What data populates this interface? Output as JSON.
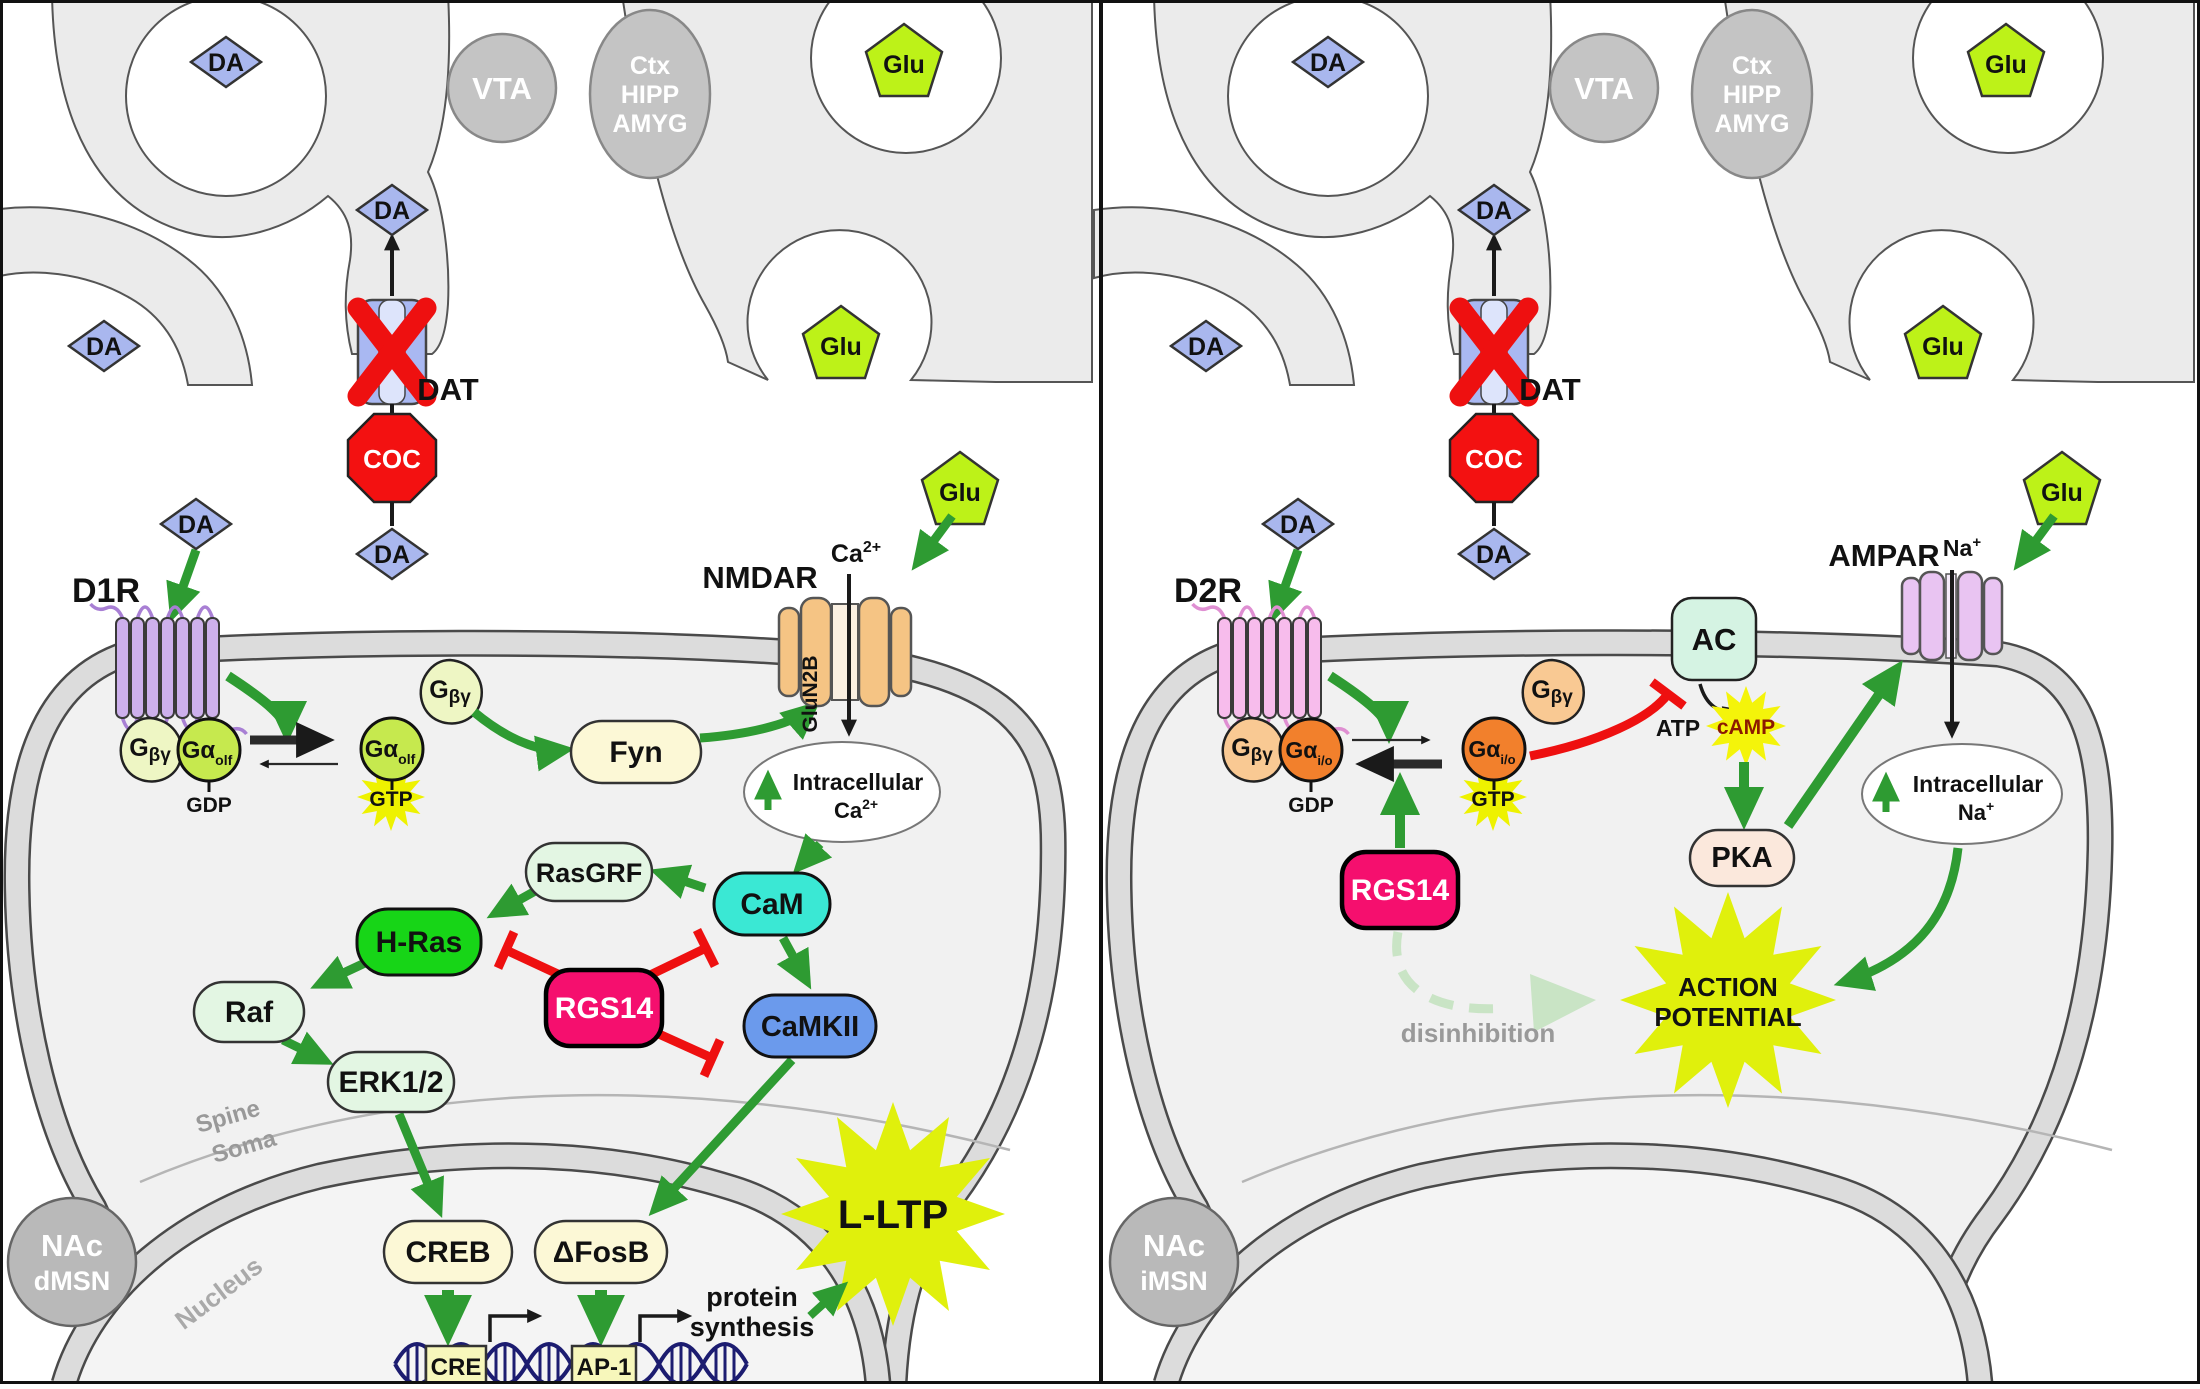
{
  "molecules": {
    "da": "DA",
    "glu": "Glu",
    "vta": "VTA",
    "ctx_lines": [
      "Ctx",
      "HIPP",
      "AMYG"
    ],
    "dat": "DAT",
    "coc": "COC",
    "gdp": "GDP",
    "gtp": "GTP",
    "g": "G",
    "beta_gamma": "βγ",
    "g_alpha": "Gα",
    "intracellular": "Intracellular",
    "ca": "Ca",
    "ca_sup": "2+",
    "na": "Na",
    "na_sup": "+",
    "atp": "ATP",
    "camp": "cAMP"
  },
  "left": {
    "region_line1": "NAc",
    "region_line2": "dMSN",
    "receptor": "D1R",
    "g_alpha_sub": "olf",
    "fyn": "Fyn",
    "nmdar": "NMDAR",
    "glun2b": "GluN2B",
    "rasgrf": "RasGRF",
    "hras": "H-Ras",
    "raf": "Raf",
    "erk": "ERK1/2",
    "rgs14": "RGS14",
    "cam": "CaM",
    "camkii": "CaMKII",
    "spine": "Spine",
    "soma": "Soma",
    "nucleus": "Nucleus",
    "creb": "CREB",
    "dfosb": "ΔFosB",
    "cre": "CRE",
    "ap1": "AP-1",
    "protein_line1": "protein",
    "protein_line2": "synthesis",
    "lltp": "L-LTP"
  },
  "right": {
    "region_line1": "NAc",
    "region_line2": "iMSN",
    "receptor": "D2R",
    "g_alpha_sub": "i/o",
    "rgs14": "RGS14",
    "ac": "AC",
    "pka": "PKA",
    "ampar": "AMPAR",
    "disinhibition": "disinhibition",
    "action_line1": "ACTION",
    "action_line2": "POTENTIAL"
  },
  "colors": {
    "da_diamond": "#a9b7ee",
    "glu_pentagon": "#bdf218",
    "terminal_gray": "#ebebeb",
    "label_circle_gray": "#c4c4c4",
    "membrane_band": "#dcdcdc",
    "cytoplasm": "#f1f1f1",
    "nucleus_fill": "#f4f4f4",
    "dat_blue": "#a9b8f2",
    "dat_channel": "#dde4fb",
    "block_red": "#ee1010",
    "coc_red": "#f31111",
    "d1r_purple": "#cdb0ec",
    "d1r_loop": "#a87fd4",
    "d2r_pink": "#f7bcec",
    "d2r_loop": "#df8fd2",
    "gbg_left": "#eef6c4",
    "galpha_olf": "#c6e94e",
    "gbg_right": "#f9c993",
    "galpha_io": "#f2802c",
    "gtp_star": "#eef200",
    "pale_yellow_box": "#fcf8d6",
    "pale_green_box": "#e3f6e3",
    "hras_green": "#17d517",
    "cam_cyan": "#3ae8d4",
    "camkii_blue": "#6b9aec",
    "rgs14_pink": "#f50f6e",
    "nmdar_orange": "#f5c484",
    "ampar_plum": "#e9c4f2",
    "ac_mint": "#d5f3e3",
    "pka_pink": "#fbe8dc",
    "burst_yellow": "#e0f00c",
    "arrow_green": "#2e9b32",
    "dash_green": "#c9e4c5",
    "dna_navy": "#1c1c70",
    "dna_box_yellow": "#f7f7bb"
  }
}
